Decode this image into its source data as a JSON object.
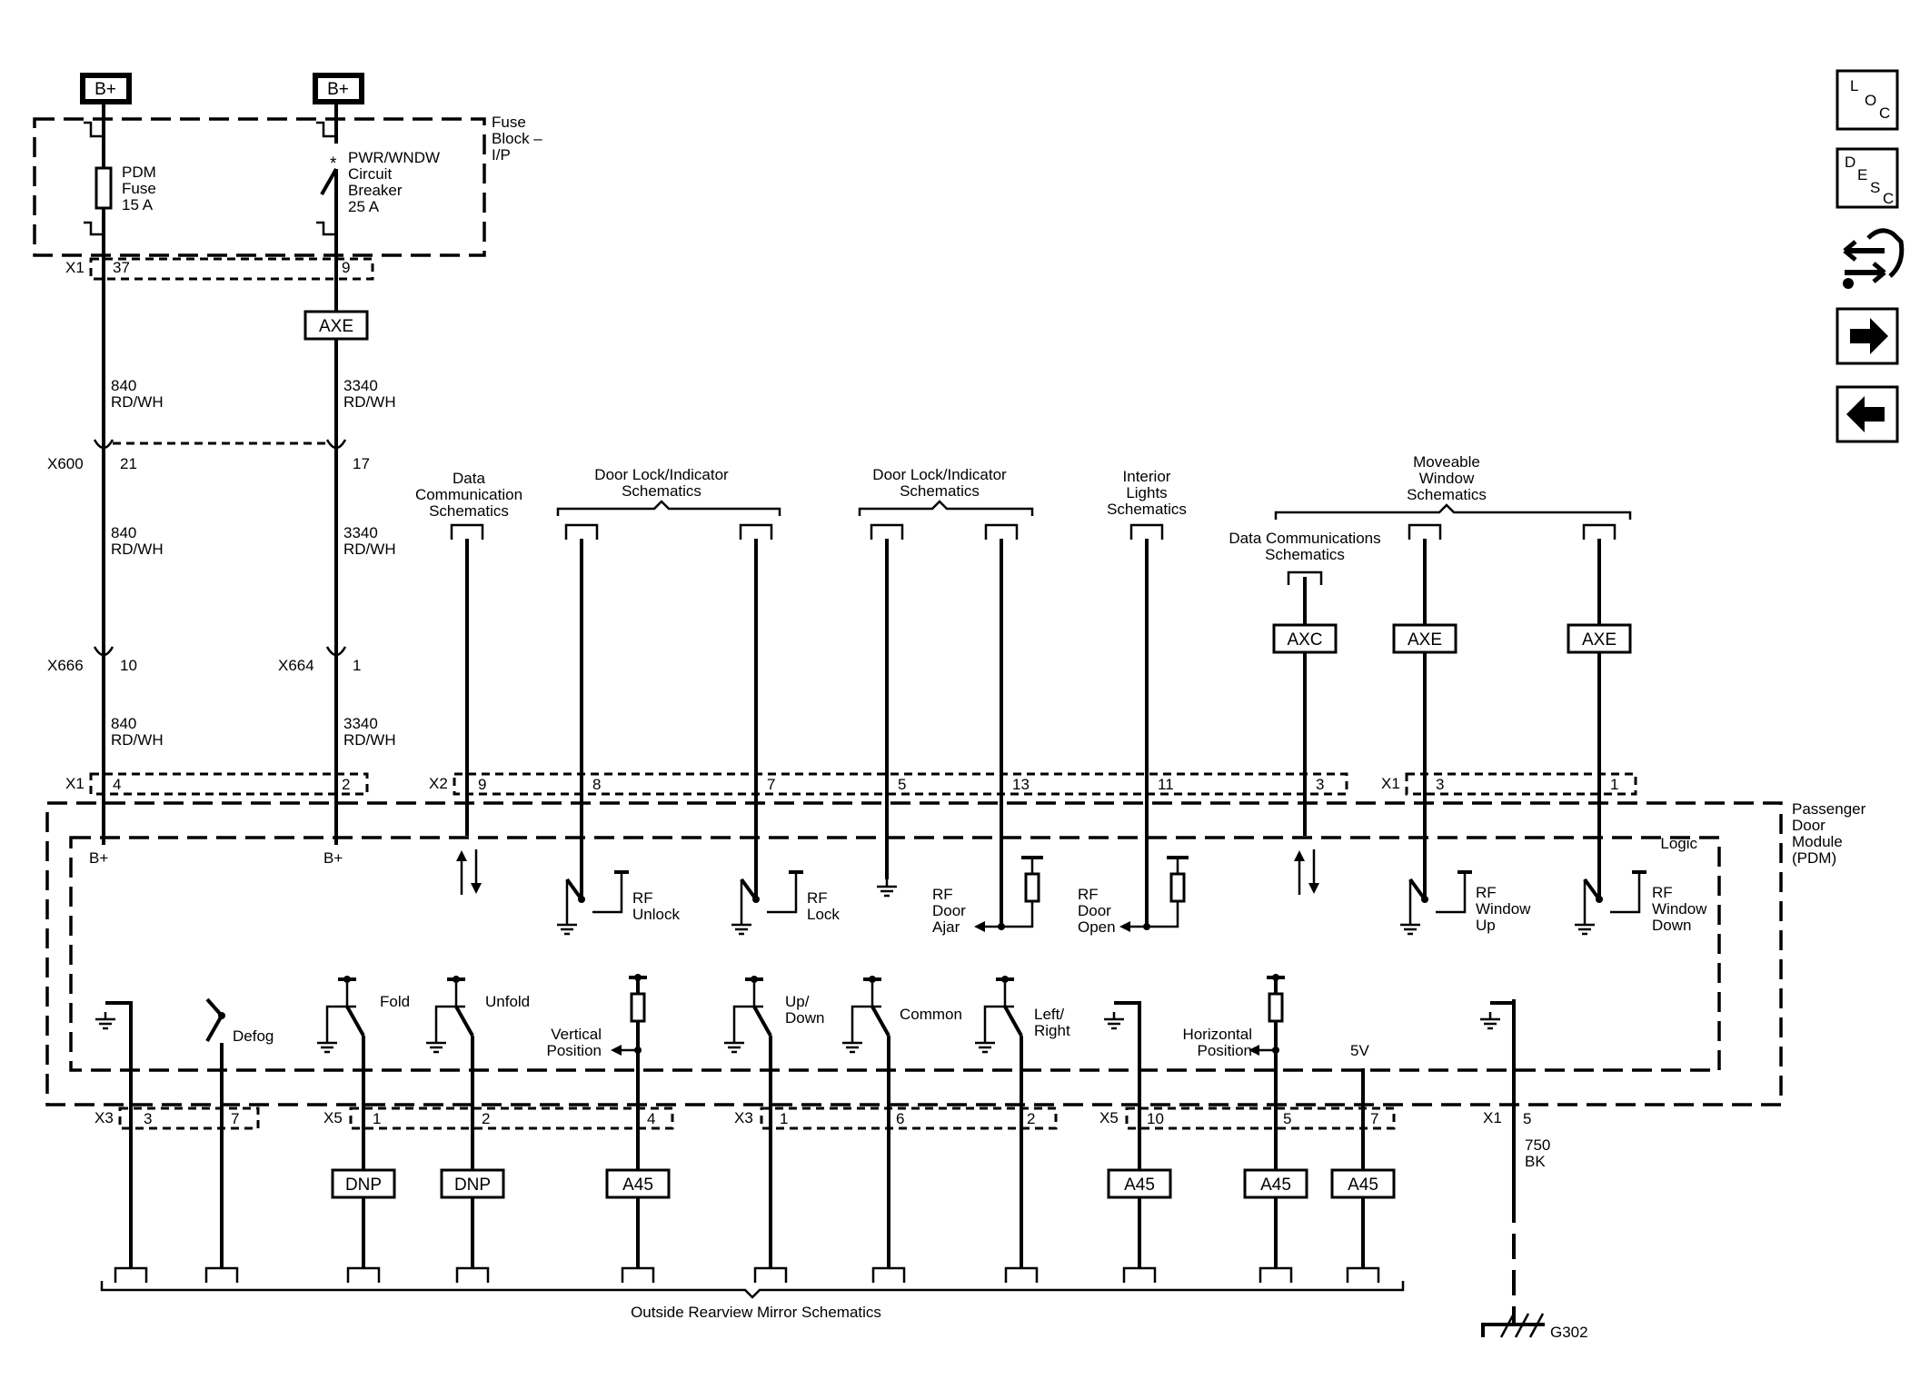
{
  "power": {
    "bplus_left": "B+",
    "bplus_right": "B+"
  },
  "fuse_block": {
    "label": [
      "Fuse",
      "Block –",
      "I/P"
    ],
    "fuse": [
      "PDM",
      "Fuse",
      "15 A"
    ],
    "breaker": [
      "PWR/WNDW",
      "Circuit",
      "Breaker",
      "25 A"
    ]
  },
  "connectors": {
    "x1": "X1",
    "x2": "X2",
    "x3": "X3",
    "x5": "X5",
    "x600": "X600",
    "x664": "X664",
    "x666": "X666"
  },
  "pins": {
    "fb_37": "37",
    "fb_9": "9",
    "x600_21": "21",
    "x600_17": "17",
    "x666_10": "10",
    "x664_1": "1",
    "pdm_4": "4",
    "pdm_2": "2",
    "pdm_9": "9",
    "pdm_8": "8",
    "pdm_7": "7",
    "pdm_5": "5",
    "pdm_13": "13",
    "pdm_11": "11",
    "pdm_3a": "3",
    "pdm_3b": "3",
    "pdm_1": "1",
    "b_3": "3",
    "b_7": "7",
    "b_x5_1": "1",
    "b_x5_2": "2",
    "b_x5_4": "4",
    "b_x3_1": "1",
    "b_x3_6": "6",
    "b_x3_2": "2",
    "b_x5_10": "10",
    "b_x5_5": "5",
    "b_x5_7": "7",
    "b_x1_5": "5"
  },
  "wires": {
    "w840": "840",
    "w3340": "3340",
    "rdwh": "RD/WH",
    "w750": "750",
    "bk": "BK"
  },
  "badges": {
    "axe": "AXE",
    "axc": "AXC",
    "dnp": "DNP",
    "a45": "A45"
  },
  "headings": {
    "data_comm": [
      "Data",
      "Communication",
      "Schematics"
    ],
    "door_lock_1": [
      "Door Lock/Indicator",
      "Schematics"
    ],
    "door_lock_2": [
      "Door Lock/Indicator",
      "Schematics"
    ],
    "interior": [
      "Interior",
      "Lights",
      "Schematics"
    ],
    "moveable": [
      "Moveable",
      "Window",
      "Schematics"
    ],
    "data_comms2": [
      "Data Communications",
      "Schematics"
    ],
    "mirror": "Outside Rearview Mirror Schematics"
  },
  "module": {
    "name": [
      "Passenger",
      "Door",
      "Module",
      "(PDM)"
    ],
    "logic": "Logic",
    "bplus1": "B+",
    "bplus2": "B+"
  },
  "signals": {
    "rf_unlock": [
      "RF",
      "Unlock"
    ],
    "rf_lock": [
      "RF",
      "Lock"
    ],
    "rf_door_ajar": [
      "RF",
      "Door",
      "Ajar"
    ],
    "rf_door_open": [
      "RF",
      "Door",
      "Open"
    ],
    "rf_window_up": [
      "RF",
      "Window",
      "Up"
    ],
    "rf_window_down": [
      "RF",
      "Window",
      "Down"
    ],
    "defog": "Defog",
    "fold": "Fold",
    "unfold": "Unfold",
    "vertical": [
      "Vertical",
      "Position"
    ],
    "updown": [
      "Up/",
      "Down"
    ],
    "common": "Common",
    "leftright": [
      "Left/",
      "Right"
    ],
    "horizontal": [
      "Horizontal",
      "Position"
    ],
    "v5": "5V"
  },
  "ground": {
    "g302": "G302"
  },
  "nav": {
    "loc": [
      "L",
      "O",
      "C"
    ],
    "desc": [
      "D",
      "E",
      "S",
      "C"
    ],
    "icons": [
      "connector-tool-icon",
      "arrow-right-icon",
      "arrow-left-icon"
    ]
  }
}
